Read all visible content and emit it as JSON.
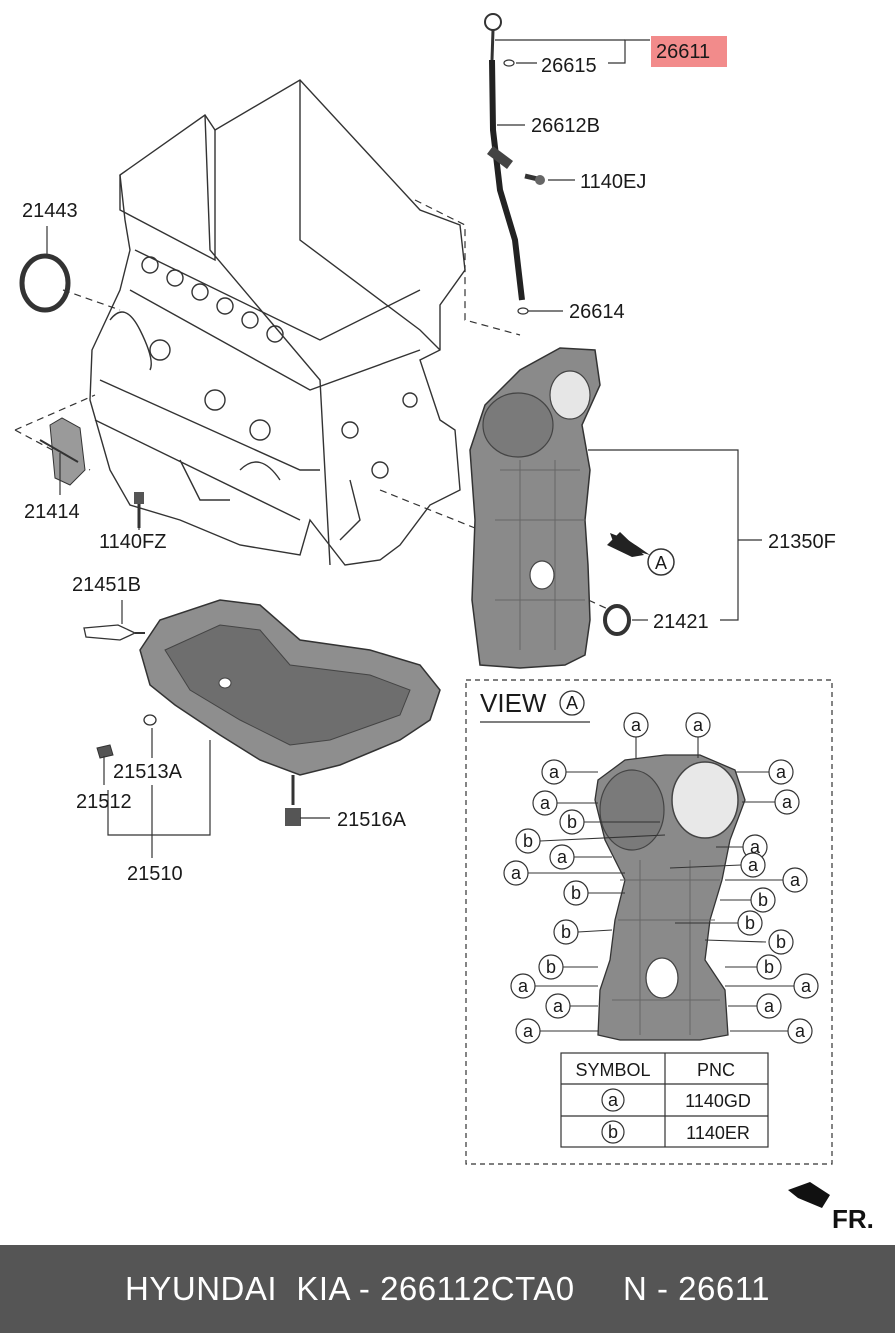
{
  "parts": {
    "p26611": "26611",
    "p26615": "26615",
    "p26612B": "26612B",
    "p1140EJ": "1140EJ",
    "p26614": "26614",
    "p21443": "21443",
    "p21414": "21414",
    "p1140FZ": "1140FZ",
    "p21350F": "21350F",
    "p21421": "21421",
    "p21451B": "21451B",
    "p21513A": "21513A",
    "p21512": "21512",
    "p21516A": "21516A",
    "p21510": "21510",
    "viewMarker": "A"
  },
  "view": {
    "title": "VIEW",
    "letter": "A",
    "symbol_a": "a",
    "symbol_b": "b"
  },
  "legend": {
    "header_symbol": "SYMBOL",
    "header_pnc": "PNC",
    "rows": [
      {
        "symbol": "a",
        "pnc": "1140GD"
      },
      {
        "symbol": "b",
        "pnc": "1140ER"
      }
    ]
  },
  "direction": {
    "label": "FR."
  },
  "footer": {
    "brand": "HYUNDAI  KIA - 266112CTA0",
    "part": "N - 26611"
  },
  "colors": {
    "highlight": "#f28b8b",
    "footer_bg": "#555555",
    "part_gray": "#8a8a8a"
  }
}
